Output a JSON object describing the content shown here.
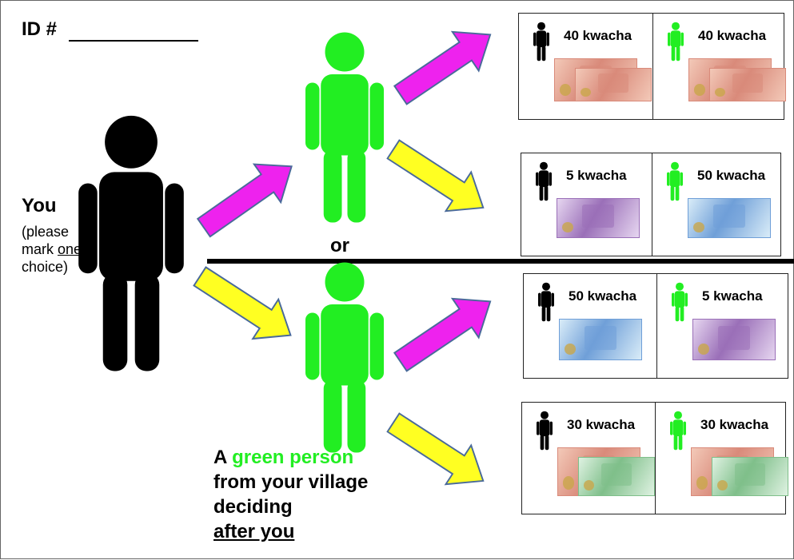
{
  "header": {
    "id_label": "ID #"
  },
  "you": {
    "label": "You",
    "note_pre": "(please mark ",
    "note_underlined": "one",
    "note_post": " choice)"
  },
  "or_label": "or",
  "green_person_caption": {
    "part1": "A ",
    "green_text": "green person",
    "part2": "from your village deciding",
    "underlined": "after you"
  },
  "outcomes": [
    {
      "you_amount": "40 kwacha",
      "green_amount": "40 kwacha"
    },
    {
      "you_amount": "5 kwacha",
      "green_amount": "50 kwacha"
    },
    {
      "you_amount": "50 kwacha",
      "green_amount": "5 kwacha"
    },
    {
      "you_amount": "30 kwacha",
      "green_amount": "30 kwacha"
    }
  ],
  "colors": {
    "you_figure": "#000000",
    "green_figure": "#22ee22",
    "arrow_magenta": "#ee22ee",
    "arrow_yellow": "#ffff22",
    "arrow_outline": "#4a6a9a"
  },
  "icons": [
    "person-icon",
    "arrow-icon",
    "banknote-icon"
  ]
}
